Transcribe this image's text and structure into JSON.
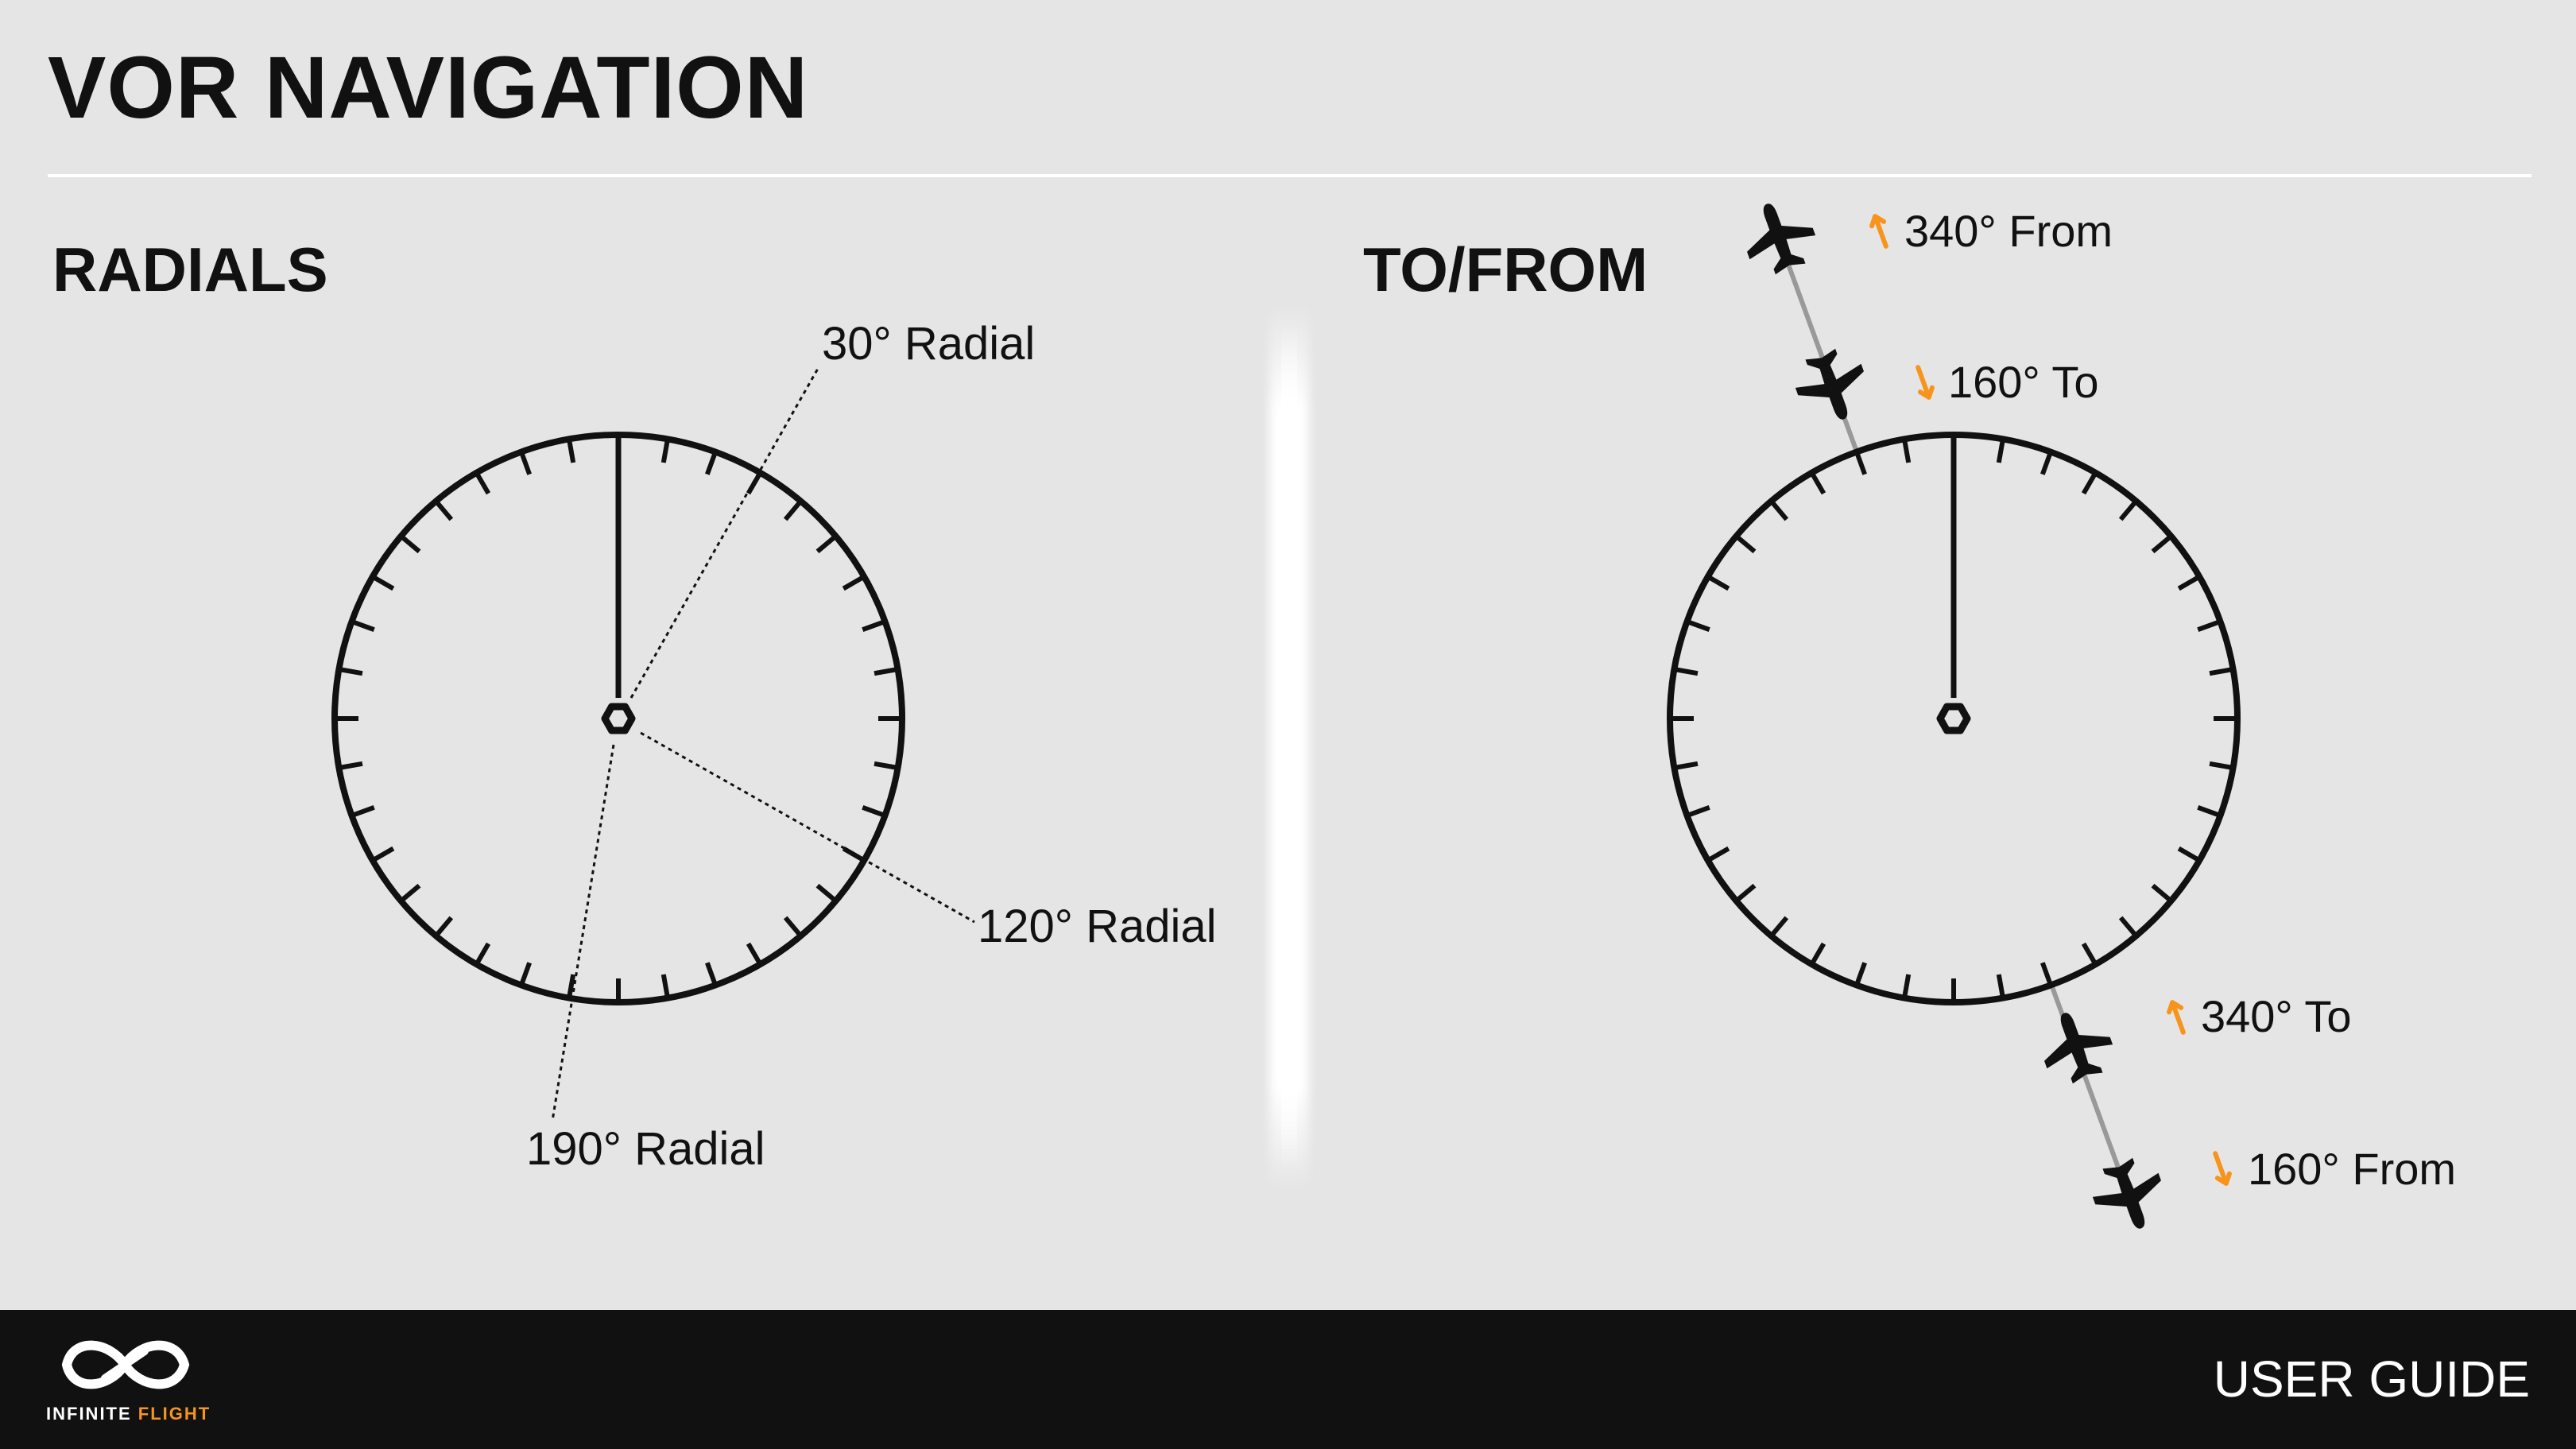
{
  "page": {
    "title": "VOR NAVIGATION"
  },
  "sections": {
    "radials": {
      "heading": "RADIALS",
      "labels": {
        "r30": "30° Radial",
        "r120": "120° Radial",
        "r190": "190° Radial"
      },
      "radial_bearings_deg": [
        30,
        120,
        190
      ]
    },
    "tofrom": {
      "heading": "TO/FROM",
      "labels": {
        "top_outer": "340° From",
        "top_inner": "160° To",
        "bottom_inner": "340° To",
        "bottom_outer": "160° From"
      }
    }
  },
  "compass": {
    "tick_spacing_deg": 10,
    "needle_bearing_deg": 0
  },
  "footer": {
    "brand_first": "INFINITE",
    "brand_second": "FLIGHT",
    "guide_label": "USER GUIDE"
  },
  "colors": {
    "accent": "#f7941d",
    "ink": "#111111",
    "background": "#e5e5e5",
    "footer_bg": "#111111",
    "track": "#999999"
  },
  "icons": [
    "airplane-icon",
    "vor-hexagon-icon",
    "infinite-flight-logo-icon",
    "arrow-up-icon",
    "arrow-down-icon"
  ]
}
